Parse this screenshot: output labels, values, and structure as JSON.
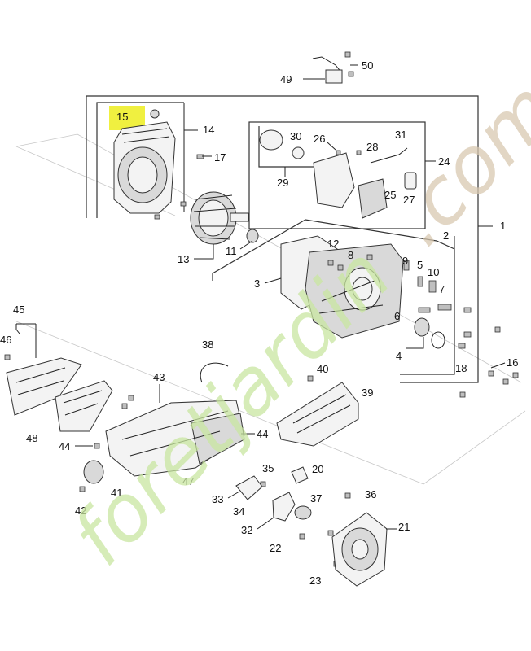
{
  "diagram": {
    "highlight_color": "#f0f040",
    "watermark": {
      "text_main": "foretjardin",
      "text_tld": ".com",
      "color_main": "#c8e6a0",
      "color_tld": "#d8c8b0"
    },
    "callouts": [
      "1",
      "2",
      "3",
      "4",
      "5",
      "6",
      "7",
      "8",
      "9",
      "10",
      "11",
      "12",
      "13",
      "14",
      "15",
      "16",
      "17",
      "18",
      "20",
      "21",
      "22",
      "23",
      "24",
      "25",
      "26",
      "27",
      "28",
      "29",
      "30",
      "31",
      "32",
      "33",
      "34",
      "35",
      "36",
      "37",
      "38",
      "39",
      "40",
      "41",
      "42",
      "43",
      "44",
      "44",
      "45",
      "46",
      "47",
      "48",
      "49",
      "50"
    ]
  }
}
